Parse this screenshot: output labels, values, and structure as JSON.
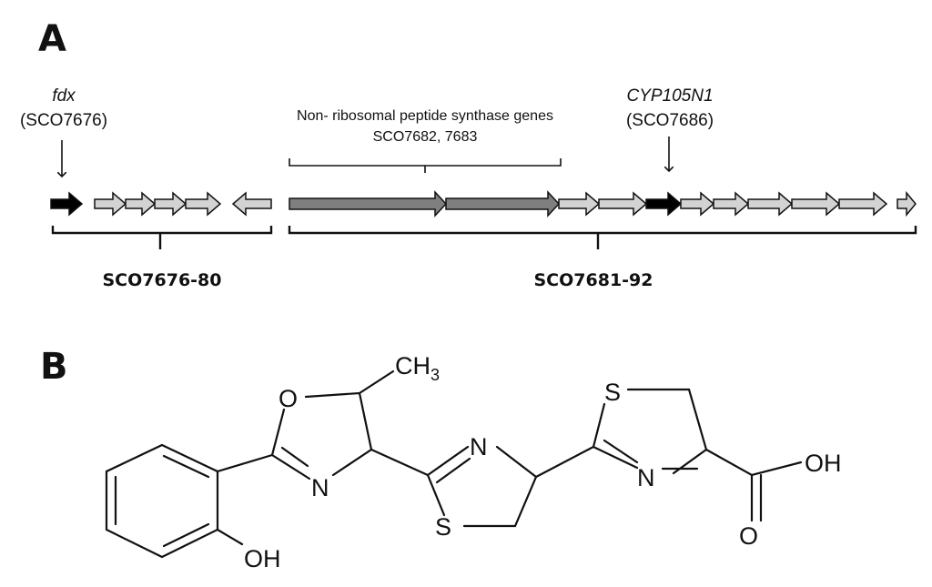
{
  "panels": {
    "a": "A",
    "b": "B"
  },
  "genes": {
    "fdx": {
      "name": "fdx",
      "id": "(SCO7676)"
    },
    "nrps": {
      "line1": "Non- ribosomal peptide synthase genes",
      "line2": "SCO7682, 7683"
    },
    "cyp": {
      "name": "CYP105N1",
      "id": "(SCO7686)"
    }
  },
  "clusters": {
    "left": "SCO7676-80",
    "right": "SCO7681-92"
  },
  "molecule": {
    "ch3": "CH",
    "ch3_sub": "3",
    "o_ring": "O",
    "n_ring1": "N",
    "n_ring2": "N",
    "s_ring2": "S",
    "s_ring3": "S",
    "n_ring3": "N",
    "oh_acid": "OH",
    "o_acid": "O",
    "oh_phenol": "OH"
  },
  "colors": {
    "black_gene": "#000000",
    "dark_gene": "#7f7f7f",
    "light_gene": "#d3d3d3"
  }
}
